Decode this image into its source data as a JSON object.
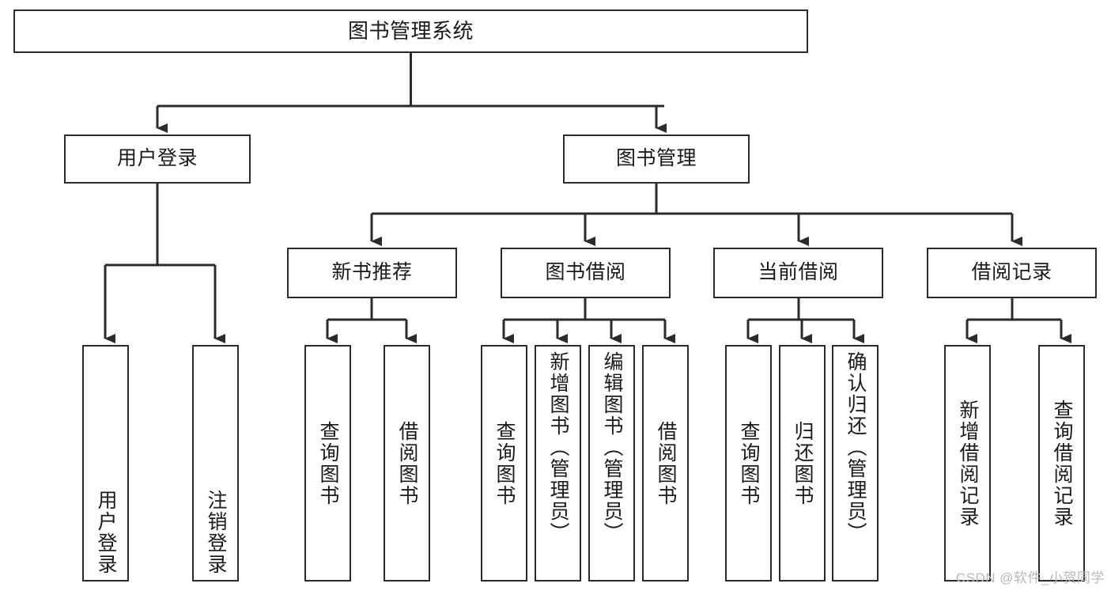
{
  "diagram": {
    "title": "图书管理系统",
    "type": "tree",
    "stroke_color": "#2b2b2b",
    "fill_color": "#ffffff",
    "text_color": "#1a1a1a",
    "nodes": {
      "root": {
        "label": "图书管理系统"
      },
      "level2": [
        {
          "id": "user-login",
          "label": "用户登录"
        },
        {
          "id": "book-management",
          "label": "图书管理"
        }
      ],
      "level3": [
        {
          "id": "new-book-recommend",
          "label": "新书推荐"
        },
        {
          "id": "book-borrow",
          "label": "图书借阅"
        },
        {
          "id": "current-borrow",
          "label": "当前借阅"
        },
        {
          "id": "borrow-record",
          "label": "借阅记录"
        }
      ],
      "leaves": {
        "user_login": [
          {
            "id": "leaf-user-login",
            "label": "用户登录"
          },
          {
            "id": "leaf-logout-login",
            "label": "注销登录"
          }
        ],
        "new_book_recommend": [
          {
            "id": "leaf-query-book-1",
            "label": "查询图书"
          },
          {
            "id": "leaf-borrow-book-1",
            "label": "借阅图书"
          }
        ],
        "book_borrow": [
          {
            "id": "leaf-query-book-2",
            "label": "查询图书"
          },
          {
            "id": "leaf-add-book-admin",
            "label": "新增图书（管理员）"
          },
          {
            "id": "leaf-edit-book-admin",
            "label": "编辑图书（管理员）"
          },
          {
            "id": "leaf-borrow-book-2",
            "label": "借阅图书"
          }
        ],
        "current_borrow": [
          {
            "id": "leaf-query-book-3",
            "label": "查询图书"
          },
          {
            "id": "leaf-return-book",
            "label": "归还图书"
          },
          {
            "id": "leaf-confirm-return-admin",
            "label": "确认归还（管理员）"
          }
        ],
        "borrow_record": [
          {
            "id": "leaf-add-borrow-record",
            "label": "新增借阅记录"
          },
          {
            "id": "leaf-query-borrow-record",
            "label": "查询借阅记录"
          }
        ]
      }
    }
  },
  "watermark": {
    "text": "CSDN @软件_小贺同学"
  }
}
